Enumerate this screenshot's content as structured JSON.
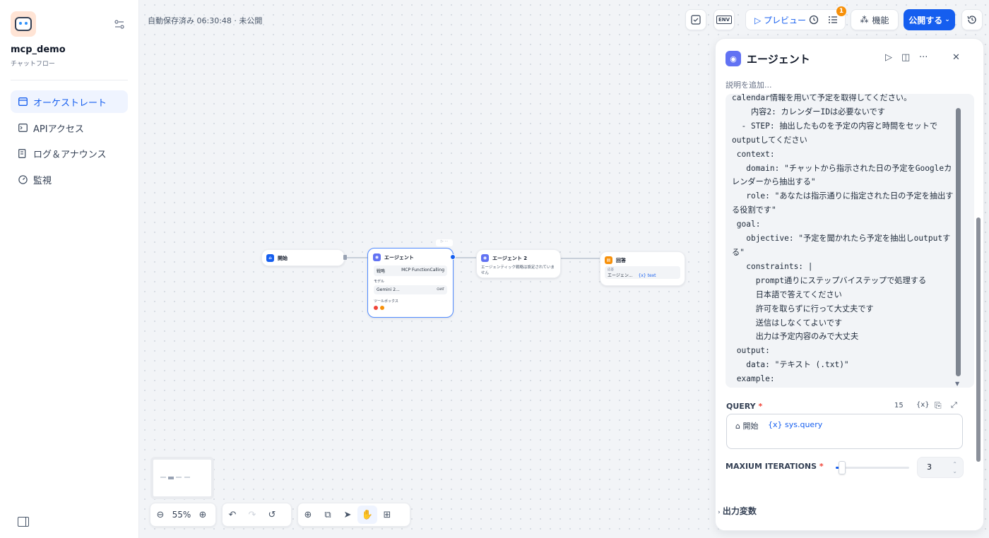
{
  "sidebar": {
    "app_name": "mcp_demo",
    "app_type": "チャットフロー",
    "items": [
      {
        "label": "オーケストレート",
        "icon": "layout-icon",
        "active": true
      },
      {
        "label": "APIアクセス",
        "icon": "terminal-icon",
        "active": false
      },
      {
        "label": "ログ＆アナウンス",
        "icon": "document-icon",
        "active": false
      },
      {
        "label": "監視",
        "icon": "dashboard-icon",
        "active": false
      }
    ]
  },
  "canvas": {
    "autosave": "自動保存済み 06:30:48 · 未公開",
    "zoom": "55%"
  },
  "toolbar": {
    "env_label": "ENV",
    "preview_label": "プレビュー",
    "badge_count": "1",
    "features_label": "機能",
    "publish_label": "公開する"
  },
  "nodes": {
    "start": {
      "title": "開始"
    },
    "agent1": {
      "title": "エージェント",
      "strategy_label": "戦略",
      "strategy_value": "MCP FunctionCalling",
      "model_label": "モデル",
      "model_value": "Gemini 2...",
      "model_tag": "CHAT",
      "toolbox_label": "ツールボックス"
    },
    "agent2": {
      "title": "エージェント 2",
      "subtitle": "エージェンティック戦略は設定されていません"
    },
    "answer": {
      "title": "回答",
      "field_label": "応答",
      "source": "エージェン...",
      "var": "{x} text"
    }
  },
  "panel": {
    "title": "エージェント",
    "description_placeholder": "説明を追加...",
    "prompt": "calendar情報を用いて予定を取得してください。\n    内容2: カレンダーIDは必要ないです\n  - STEP: 抽出したものを予定の内容と時間をセットでoutputしてください\n context:\n   domain: \"チャットから指示された日の予定をGoogleカレンダーから抽出する\"\n   role: \"あなたは指示通りに指定された日の予定を抽出する役割です\"\n goal:\n   objective: \"予定を聞かれたら予定を抽出しoutputする\"\n   constraints: |\n     prompt通りにステップバイステップで処理する\n     日本語で答えてください\n     許可を取らずに行って大丈夫です\n     送信はしなくてよいです\n     出力は予定内容のみで大丈夫\n output:\n   data: \"テキスト (.txt)\"\n example:",
    "query_label": "QUERY",
    "query_required": "*",
    "query_count": "15",
    "query_var_icon": "{x}",
    "query_chip": "開始",
    "query_var": "{x} sys.query",
    "max_iter_label": "MAXIUM ITERATIONS",
    "max_iter_value": "3",
    "max_iter_fraction": 0.09,
    "output_vars_label": "出力変数"
  }
}
